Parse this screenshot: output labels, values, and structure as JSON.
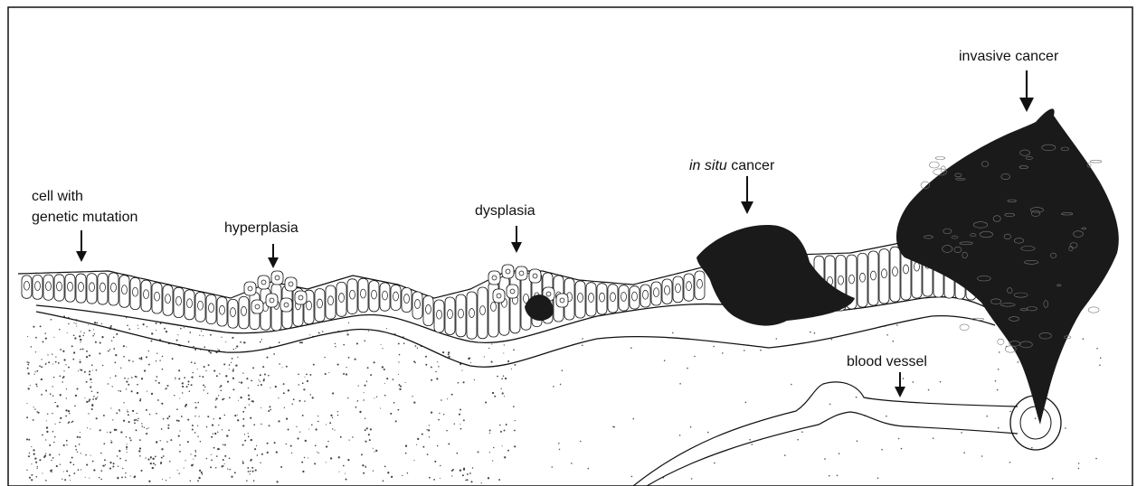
{
  "labels": {
    "cell_mutation_line1": "cell with",
    "cell_mutation_line2": "genetic mutation",
    "hyperplasia": "hyperplasia",
    "dysplasia": "dysplasia",
    "in_situ_italic": "in situ",
    "in_situ_rest": " cancer",
    "invasive_cancer": "invasive cancer",
    "blood_vessel": "blood vessel"
  },
  "colors": {
    "ink": "#111111",
    "tumor": "#1a1a1a",
    "background": "#ffffff"
  }
}
